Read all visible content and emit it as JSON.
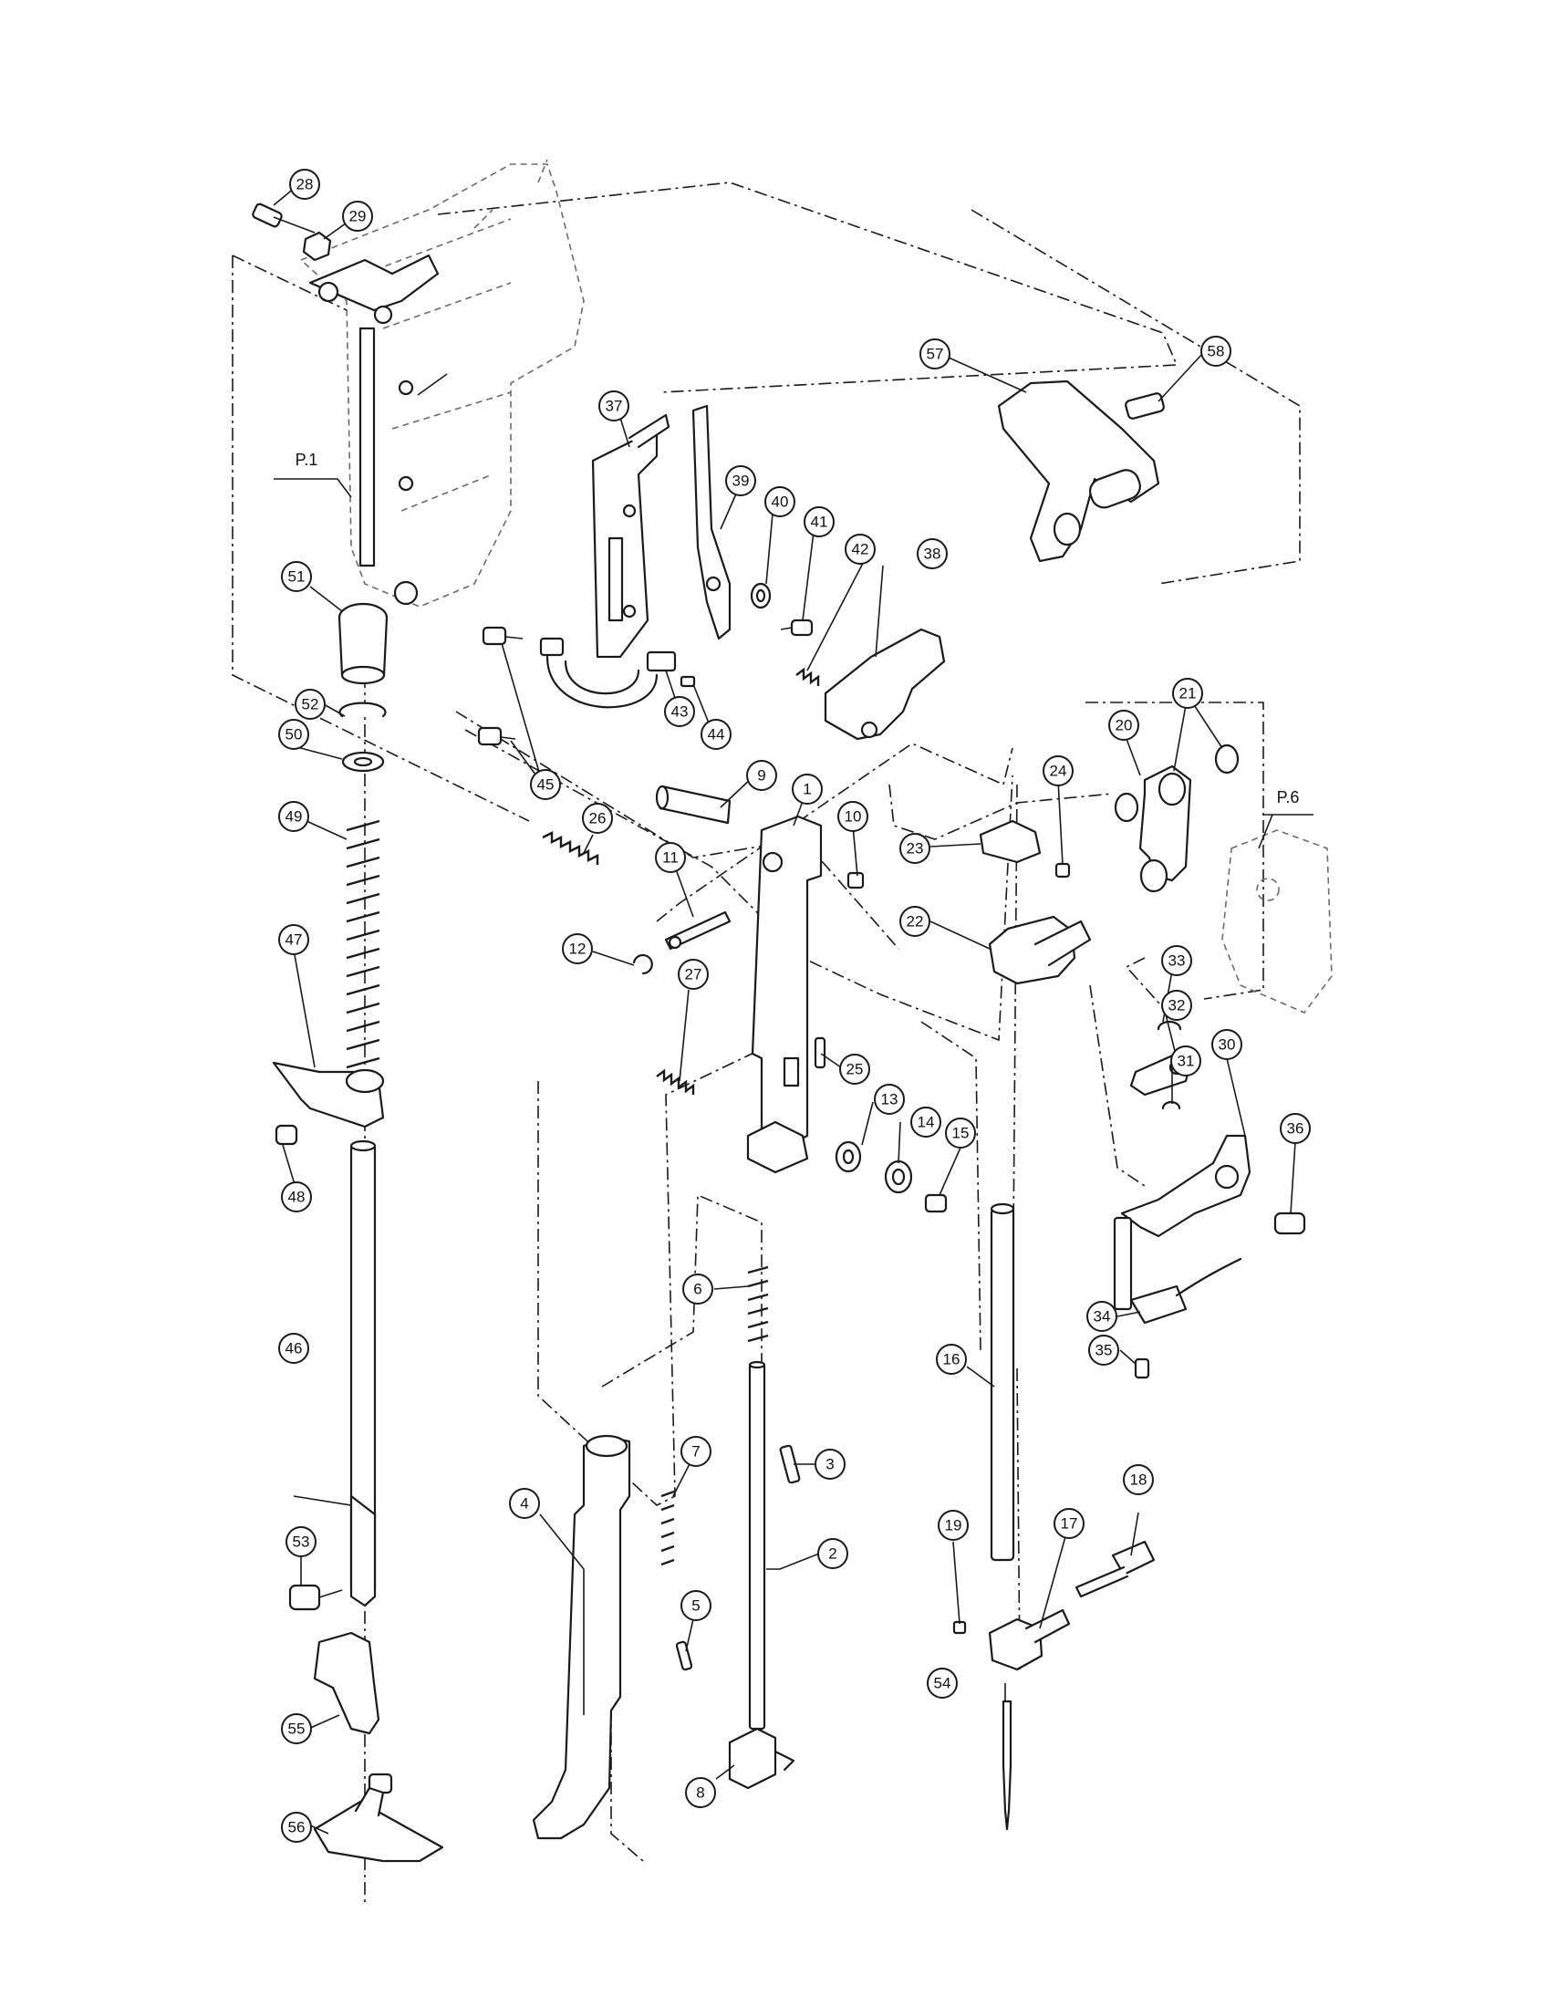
{
  "figure": {
    "refs": [
      {
        "id": "p1",
        "label": "P.1"
      },
      {
        "id": "p6",
        "label": "P.6"
      }
    ],
    "callouts": [
      "1",
      "2",
      "3",
      "4",
      "5",
      "6",
      "7",
      "8",
      "9",
      "10",
      "11",
      "12",
      "13",
      "14",
      "15",
      "16",
      "17",
      "18",
      "19",
      "20",
      "21",
      "22",
      "23",
      "24",
      "25",
      "26",
      "27",
      "28",
      "29",
      "30",
      "31",
      "32",
      "33",
      "34",
      "35",
      "36",
      "37",
      "38",
      "39",
      "40",
      "41",
      "42",
      "43",
      "44",
      "45",
      "46",
      "47",
      "48",
      "49",
      "50",
      "51",
      "52",
      "53",
      "54",
      "55",
      "56",
      "57",
      "58"
    ]
  }
}
